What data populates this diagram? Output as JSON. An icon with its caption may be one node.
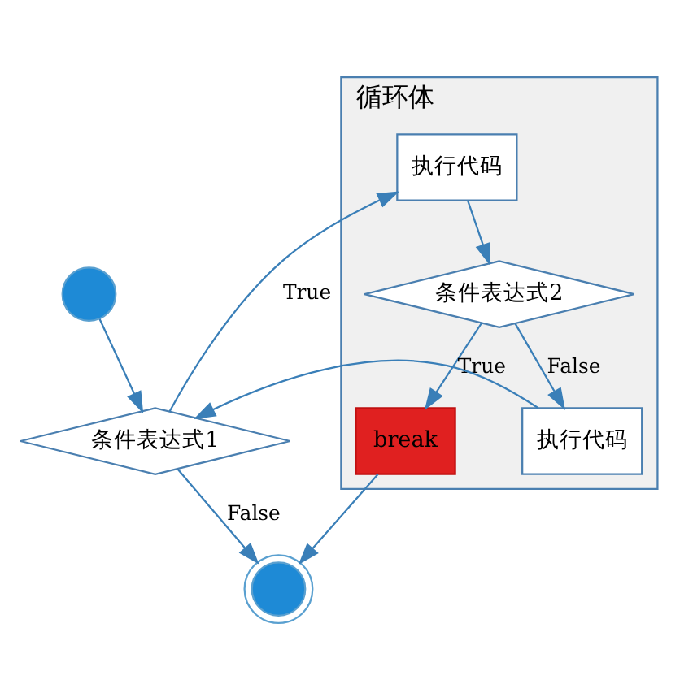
{
  "diagram": {
    "nodes": [
      {
        "text": [],
        "shape": "circle"
      },
      {
        "text": [
          "条件表达式1"
        ]
      },
      {
        "text": [
          "循环体"
        ]
      },
      {
        "text": [
          "执行代码"
        ],
        "in": 2
      },
      {
        "text": [
          "条件表达式2"
        ],
        "in": 2
      },
      {
        "text": [
          "break"
        ],
        "in": 2
      },
      {
        "text": [
          "执行代码"
        ],
        "in": 2
      },
      {
        "text": [],
        "shape": "circle"
      }
    ],
    "edges": [
      {
        "from": 0,
        "to": 1,
        "arrow": "to"
      },
      {
        "from": 1,
        "to": 3,
        "arrow": "to",
        "label": "True"
      },
      {
        "from": 3,
        "to": 4,
        "arrow": "to"
      },
      {
        "from": 4,
        "to": 5,
        "arrow": "to",
        "label": "True"
      },
      {
        "from": 4,
        "to": 6,
        "arrow": "to",
        "label": "False"
      },
      {
        "from": 6,
        "to": 1,
        "arrow": "to"
      },
      {
        "from": 1,
        "to": 7,
        "arrow": "to",
        "label": "False"
      },
      {
        "from": 5,
        "to": 7,
        "arrow": "to"
      }
    ]
  }
}
